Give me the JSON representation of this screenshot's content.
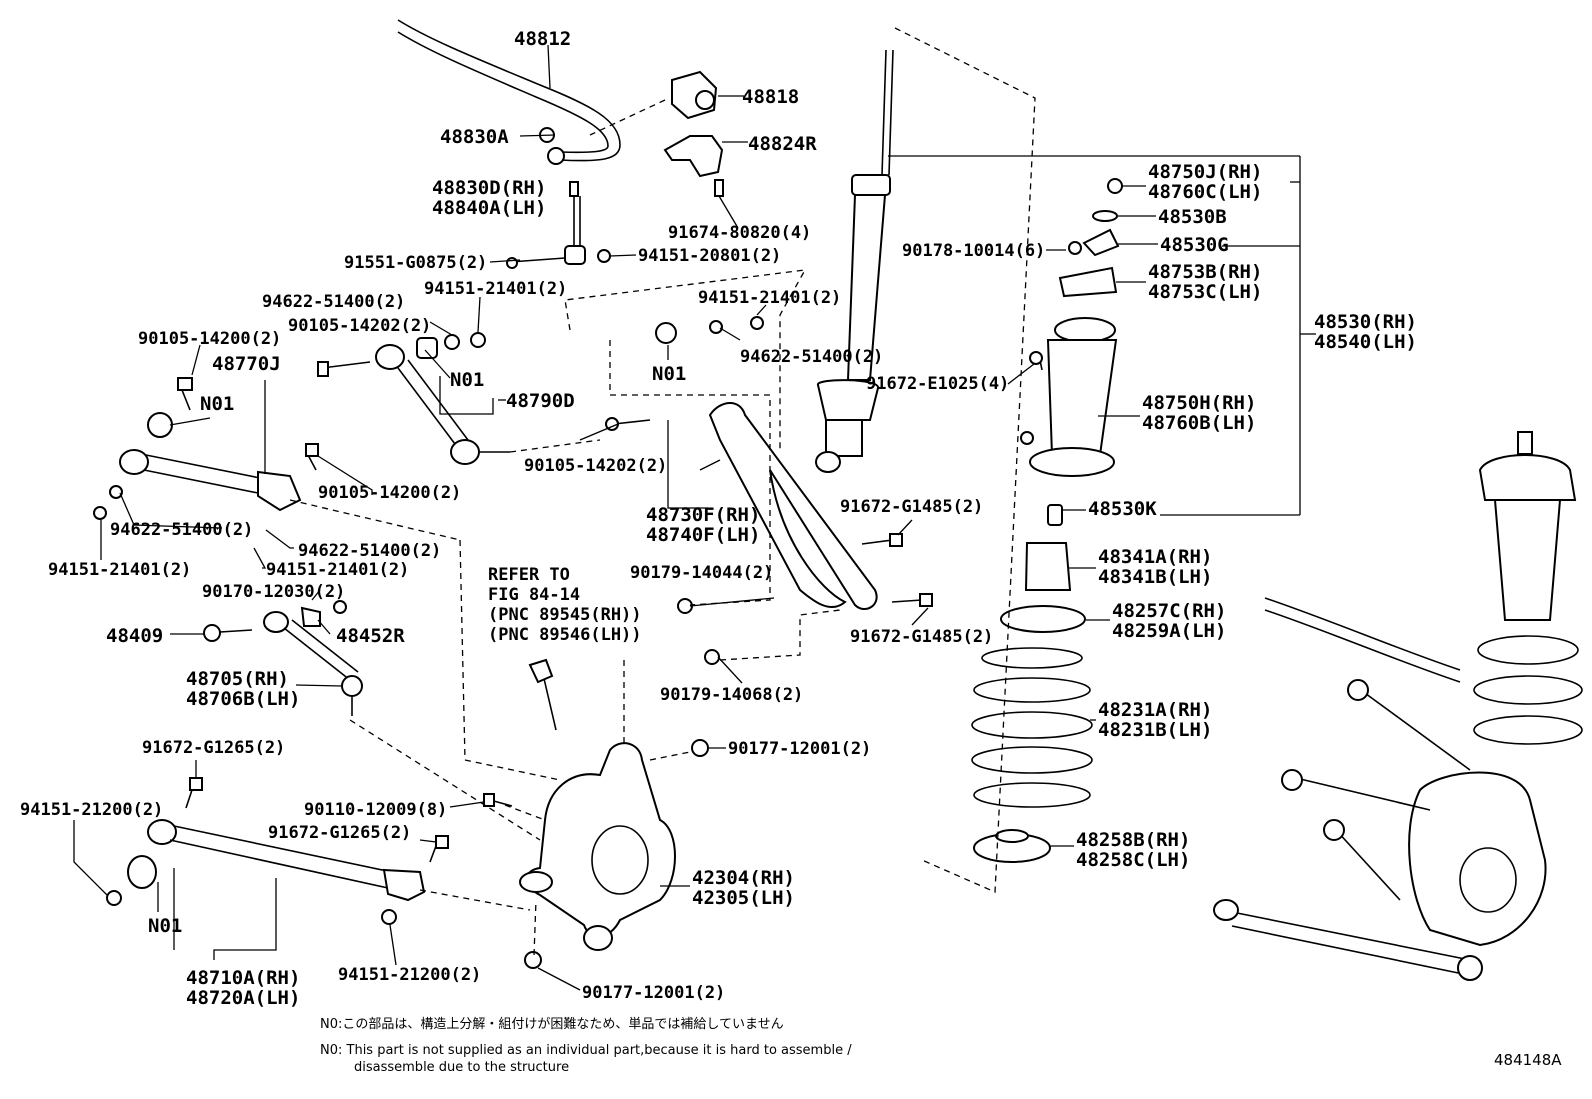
{
  "labels": {
    "p48812": "48812",
    "p48818": "48818",
    "p48830A": "48830A",
    "p48824R": "48824R",
    "p48830D": "48830D(RH)",
    "p48840A": "48840A(LH)",
    "p91674": "91674-80820(4)",
    "p91551": "91551-G0875(2)",
    "p94151_20801": "94151-20801(2)",
    "p94622_a": "94622-51400(2)",
    "p94151_21401_a": "94151-21401(2)",
    "p90105_14202_a": "90105-14202(2)",
    "p90105_14200_a": "90105-14200(2)",
    "p48770J": "48770J",
    "p48790D": "48790D",
    "p94151_21401_b": "94151-21401(2)",
    "p94622_b": "94622-51400(2)",
    "p90105_14202_b": "90105-14202(2)",
    "p48730F": "48730F(RH)",
    "p48740F": "48740F(LH)",
    "p90105_14200_b": "90105-14200(2)",
    "p94622_c": "94622-51400(2)",
    "p94151_21401_c": "94151-21401(2)",
    "p94622_d": "94622-51400(2)",
    "p94151_21401_d": "94151-21401(2)",
    "p90170": "90170-12030(2)",
    "p48409": "48409",
    "p48452R": "48452R",
    "p48705": "48705(RH)",
    "p48706B": "48706B(LH)",
    "refer1": "REFER TO",
    "refer2": "FIG 84-14",
    "refer3": "(PNC 89545(RH))",
    "refer4": "(PNC 89546(LH))",
    "p90179_14044": "90179-14044(2)",
    "p91672_G1485_a": "91672-G1485(2)",
    "p91672_G1485_b": "91672-G1485(2)",
    "p90179_14068": "90179-14068(2)",
    "p90177_a": "90177-12001(2)",
    "p90177_b": "90177-12001(2)",
    "p91672_G1265_a": "91672-G1265(2)",
    "p91672_G1265_b": "91672-G1265(2)",
    "p94151_21200_a": "94151-21200(2)",
    "p94151_21200_b": "94151-21200(2)",
    "p90110": "90110-12009(8)",
    "p42304": "42304(RH)",
    "p42305": "42305(LH)",
    "p48710A": "48710A(RH)",
    "p48720A": "48720A(LH)",
    "p91672_E1025": "91672-E1025(4)",
    "p48750J": "48750J(RH)",
    "p48760C": "48760C(LH)",
    "p48530B": "48530B",
    "p90178": "90178-10014(6)",
    "p48530G": "48530G",
    "p48753B": "48753B(RH)",
    "p48753C": "48753C(LH)",
    "p48530": "48530(RH)",
    "p48540": "48540(LH)",
    "p48750H": "48750H(RH)",
    "p48760B": "48760B(LH)",
    "p48530K": "48530K",
    "p48341A": "48341A(RH)",
    "p48341B": "48341B(LH)",
    "p48257C": "48257C(RH)",
    "p48259A": "48259A(LH)",
    "p48231A": "48231A(RH)",
    "p48231B": "48231B(LH)",
    "p48258B": "48258B(RH)",
    "p48258C": "48258C(LH)",
    "n01_a": "N01",
    "n01_b": "N01",
    "n01_c": "N01",
    "n01_d": "N01"
  },
  "notes": {
    "jp": "N0:この部品は、構造上分解・組付けが困難なため、単品では補給していません",
    "en_line1": "N0: This part is not supplied as an individual part,because it is hard to assemble /",
    "en_line2": "disassemble due to the structure"
  },
  "diagram_id": "484148A"
}
